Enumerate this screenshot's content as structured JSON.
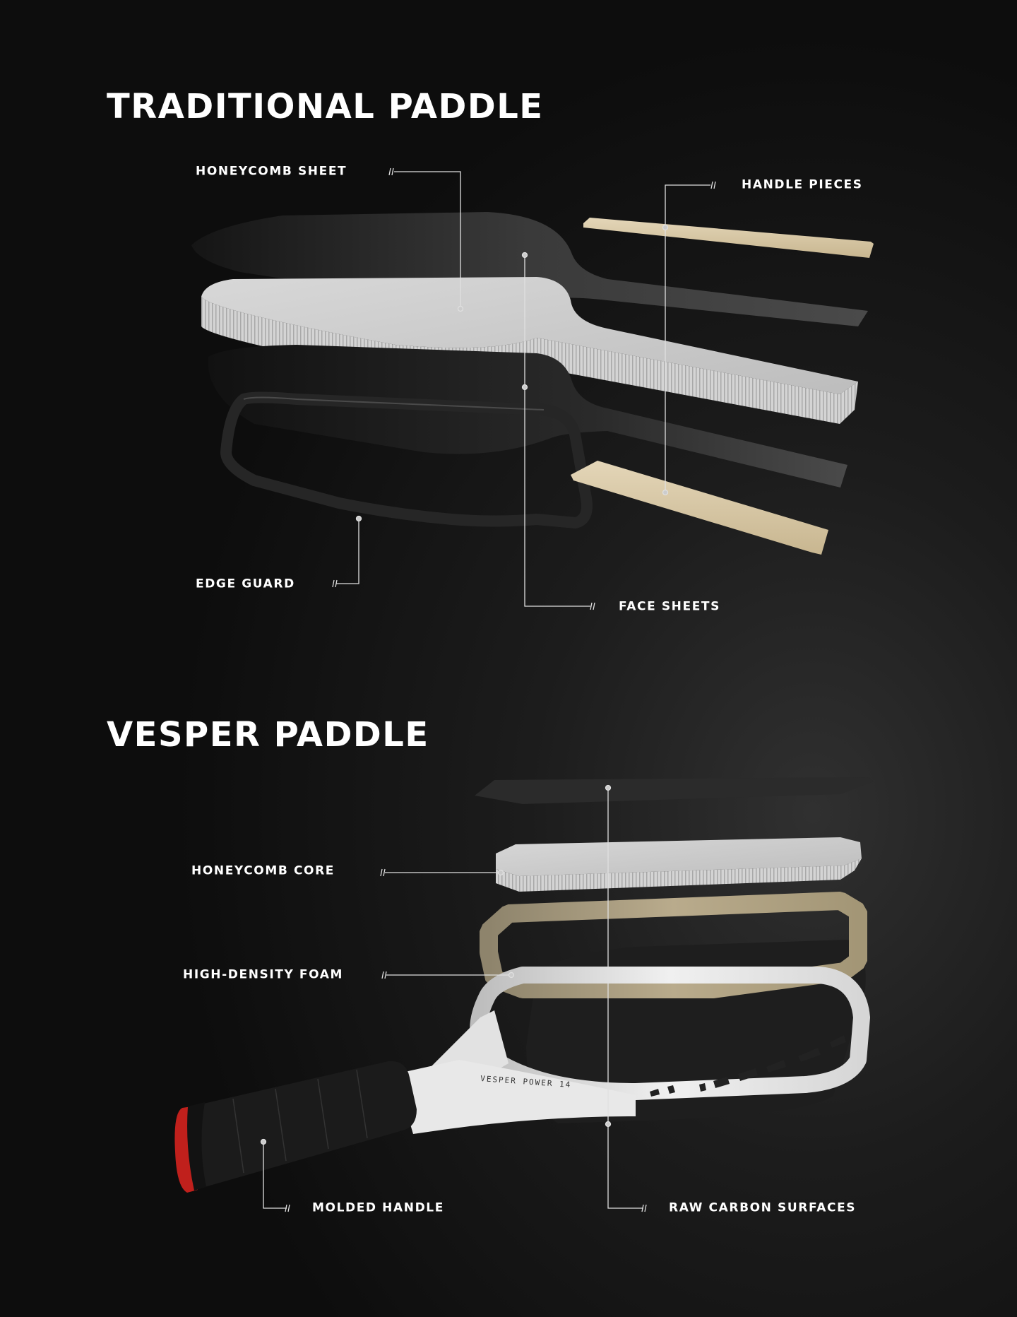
{
  "sections": {
    "traditional": {
      "title": "TRADITIONAL PADDLE",
      "labels": {
        "honeycomb_sheet": "HONEYCOMB SHEET",
        "handle_pieces": "HANDLE PIECES",
        "edge_guard": "EDGE GUARD",
        "face_sheets": "FACE SHEETS"
      }
    },
    "vesper": {
      "title": "VESPER PADDLE",
      "labels": {
        "honeycomb_core": "HONEYCOMB CORE",
        "high_density_foam": "HIGH-DENSITY FOAM",
        "molded_handle": "MOLDED HANDLE",
        "raw_carbon_surfaces": "RAW CARBON SURFACES"
      },
      "frame_print": "VESPER POWER   14"
    }
  },
  "colors": {
    "background": "#141414",
    "honeycomb": "#cfcfcf",
    "wood": "#d8c8a8",
    "foam": "#b3a688",
    "frame": "#e6e6e6",
    "grip": "#1a1a1a",
    "end_cap": "#c0201c"
  }
}
